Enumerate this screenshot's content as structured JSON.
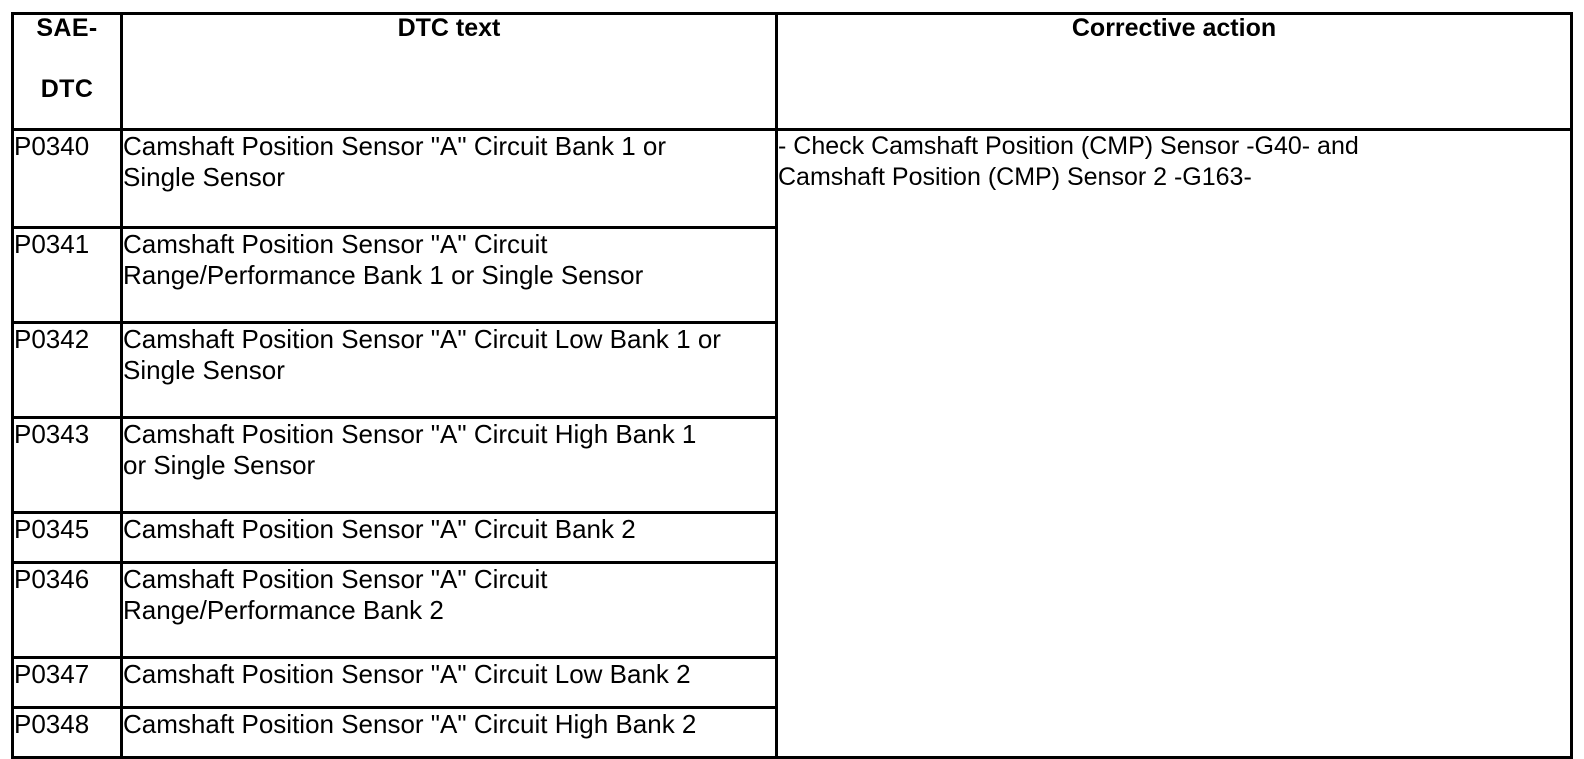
{
  "table": {
    "headers": {
      "sae_dtc_line1": "SAE-",
      "sae_dtc_line2": "DTC",
      "dtc_text": "DTC text",
      "corrective_action": "Corrective action"
    },
    "rows": [
      {
        "sae_dtc": "P0340",
        "dtc_text_line1": "Camshaft Position Sensor \"A\" Circuit Bank 1 or",
        "dtc_text_line2": "Single Sensor"
      },
      {
        "sae_dtc": "P0341",
        "dtc_text_line1": "Camshaft Position Sensor \"A\" Circuit",
        "dtc_text_line2": "Range/Performance Bank 1 or Single Sensor"
      },
      {
        "sae_dtc": "P0342",
        "dtc_text_line1": "Camshaft Position Sensor \"A\" Circuit Low Bank 1 or",
        "dtc_text_line2": "Single Sensor"
      },
      {
        "sae_dtc": "P0343",
        "dtc_text_line1": "Camshaft Position Sensor \"A\" Circuit High Bank 1",
        "dtc_text_line2": "or Single Sensor"
      },
      {
        "sae_dtc": "P0345",
        "dtc_text_line1": "Camshaft Position Sensor \"A\" Circuit Bank 2",
        "dtc_text_line2": ""
      },
      {
        "sae_dtc": "P0346",
        "dtc_text_line1": "Camshaft Position Sensor \"A\" Circuit",
        "dtc_text_line2": "Range/Performance Bank 2"
      },
      {
        "sae_dtc": "P0347",
        "dtc_text_line1": "Camshaft Position Sensor \"A\" Circuit Low Bank 2",
        "dtc_text_line2": ""
      },
      {
        "sae_dtc": "P0348",
        "dtc_text_line1": "Camshaft Position Sensor \"A\" Circuit High Bank 2",
        "dtc_text_line2": ""
      }
    ],
    "corrective_action": {
      "line1": "- Check Camshaft Position (CMP) Sensor -G40- and",
      "line2": "Camshaft Position (CMP) Sensor 2 -G163-"
    }
  },
  "colors": {
    "border": "#000000",
    "text": "#000000",
    "background": "#ffffff"
  }
}
